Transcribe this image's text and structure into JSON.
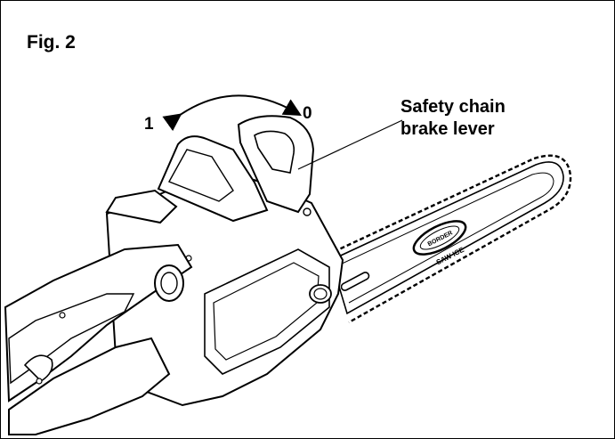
{
  "figure": {
    "title": "Fig. 2",
    "position_labels": {
      "left": "1",
      "right": "0"
    },
    "callout": {
      "line1": "Safety chain",
      "line2": "brake lever"
    },
    "bar_logo": {
      "top": "BORDER",
      "bottom": "SAW ICE"
    }
  },
  "colors": {
    "line": "#000000",
    "background": "#ffffff",
    "frame": "#000000"
  }
}
